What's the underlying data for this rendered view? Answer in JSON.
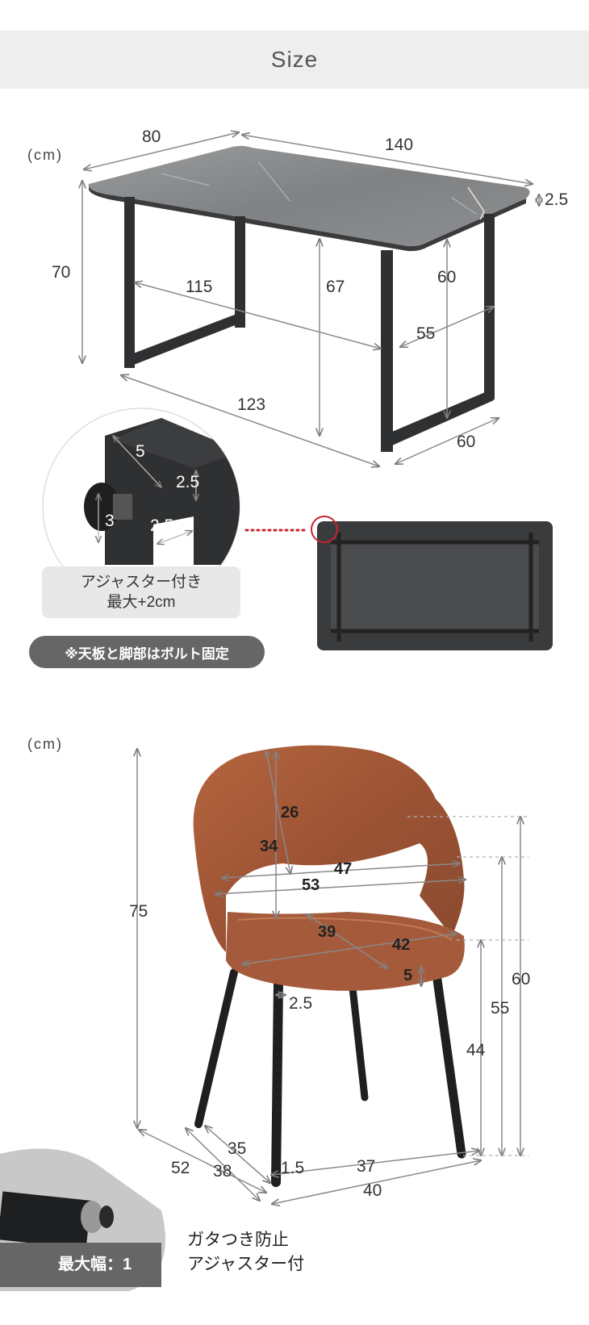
{
  "header": {
    "title": "Size"
  },
  "table": {
    "unit": "(cm)",
    "dims": {
      "depth": "80",
      "width": "140",
      "top_thickness": "2.5",
      "height": "70",
      "inner_width": "115",
      "under_height": "67",
      "leg_height": "60",
      "leg_depth": "55",
      "base_width": "123",
      "base_depth": "60"
    },
    "detail": {
      "leg_w": "5",
      "leg_t1": "2.5",
      "leg_t2": "2.5",
      "adjuster_h": "3",
      "adjuster_label_1": "アジャスター付き",
      "adjuster_label_2": "最大+2cm"
    },
    "note": "※天板と脚部はボルト固定"
  },
  "chair": {
    "unit": "(cm)",
    "dims": {
      "height": "75",
      "back_inner": "26",
      "back_full": "34",
      "arm_inner": "47",
      "arm_outer": "53",
      "seat_depth": "39",
      "seat_width": "42",
      "seat_thickness": "5",
      "leg_dia": "2.5",
      "arm_height": "60",
      "back_side_height": "55",
      "seat_height": "44",
      "depth_full": "52",
      "depth_mid": "38",
      "depth_inner": "35",
      "leg_small": "1.5",
      "front_inner": "37",
      "front_outer": "40"
    },
    "caster_badge": "最大幅：1",
    "caster_text_1": "ガタつき防止",
    "caster_text_2": "アジャスター付"
  },
  "colors": {
    "tabletop": "#8a8c8e",
    "frame": "#2f3032",
    "leather": "#a0583a",
    "dim_line": "#8a8a8a",
    "red_dot": "#c8242c"
  }
}
